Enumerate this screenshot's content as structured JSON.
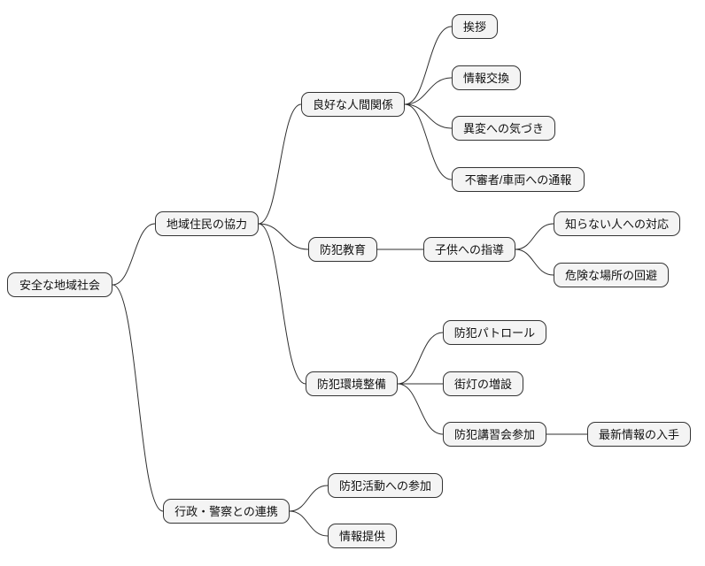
{
  "diagram": {
    "type": "mindmap",
    "title": "安全な地域社会",
    "background_color": "#ffffff",
    "node_fill_color": "#f4f4f4",
    "node_border_color": "#343434",
    "edge_color": "#2f2f2f"
  },
  "nodes": [
    {
      "id": "root",
      "label": "安全な地域社会",
      "parent": null
    },
    {
      "id": "community-cooperation",
      "label": "地域住民の協力",
      "parent": "root"
    },
    {
      "id": "good-relations",
      "label": "良好な人間関係",
      "parent": "community-cooperation"
    },
    {
      "id": "greeting",
      "label": "挨拶",
      "parent": "good-relations"
    },
    {
      "id": "info-exchange",
      "label": "情報交換",
      "parent": "good-relations"
    },
    {
      "id": "noticing-anomalies",
      "label": "異変への気づき",
      "parent": "good-relations"
    },
    {
      "id": "reporting-suspicious",
      "label": "不審者/車両への通報",
      "parent": "good-relations"
    },
    {
      "id": "crime-prevention-education",
      "label": "防犯教育",
      "parent": "community-cooperation"
    },
    {
      "id": "child-guidance",
      "label": "子供への指導",
      "parent": "crime-prevention-education"
    },
    {
      "id": "dealing-with-strangers",
      "label": "知らない人への対応",
      "parent": "child-guidance"
    },
    {
      "id": "avoiding-dangerous-places",
      "label": "危険な場所の回避",
      "parent": "child-guidance"
    },
    {
      "id": "crime-prevention-environment",
      "label": "防犯環境整備",
      "parent": "community-cooperation"
    },
    {
      "id": "crime-patrol",
      "label": "防犯パトロール",
      "parent": "crime-prevention-environment"
    },
    {
      "id": "more-streetlights",
      "label": "街灯の増設",
      "parent": "crime-prevention-environment"
    },
    {
      "id": "seminar-participation",
      "label": "防犯講習会参加",
      "parent": "crime-prevention-environment"
    },
    {
      "id": "latest-information",
      "label": "最新情報の入手",
      "parent": "seminar-participation"
    },
    {
      "id": "gov-police-cooperation",
      "label": "行政・警察との連携",
      "parent": "root"
    },
    {
      "id": "activity-participation",
      "label": "防犯活動への参加",
      "parent": "gov-police-cooperation"
    },
    {
      "id": "information-provision",
      "label": "情報提供",
      "parent": "gov-police-cooperation"
    }
  ]
}
